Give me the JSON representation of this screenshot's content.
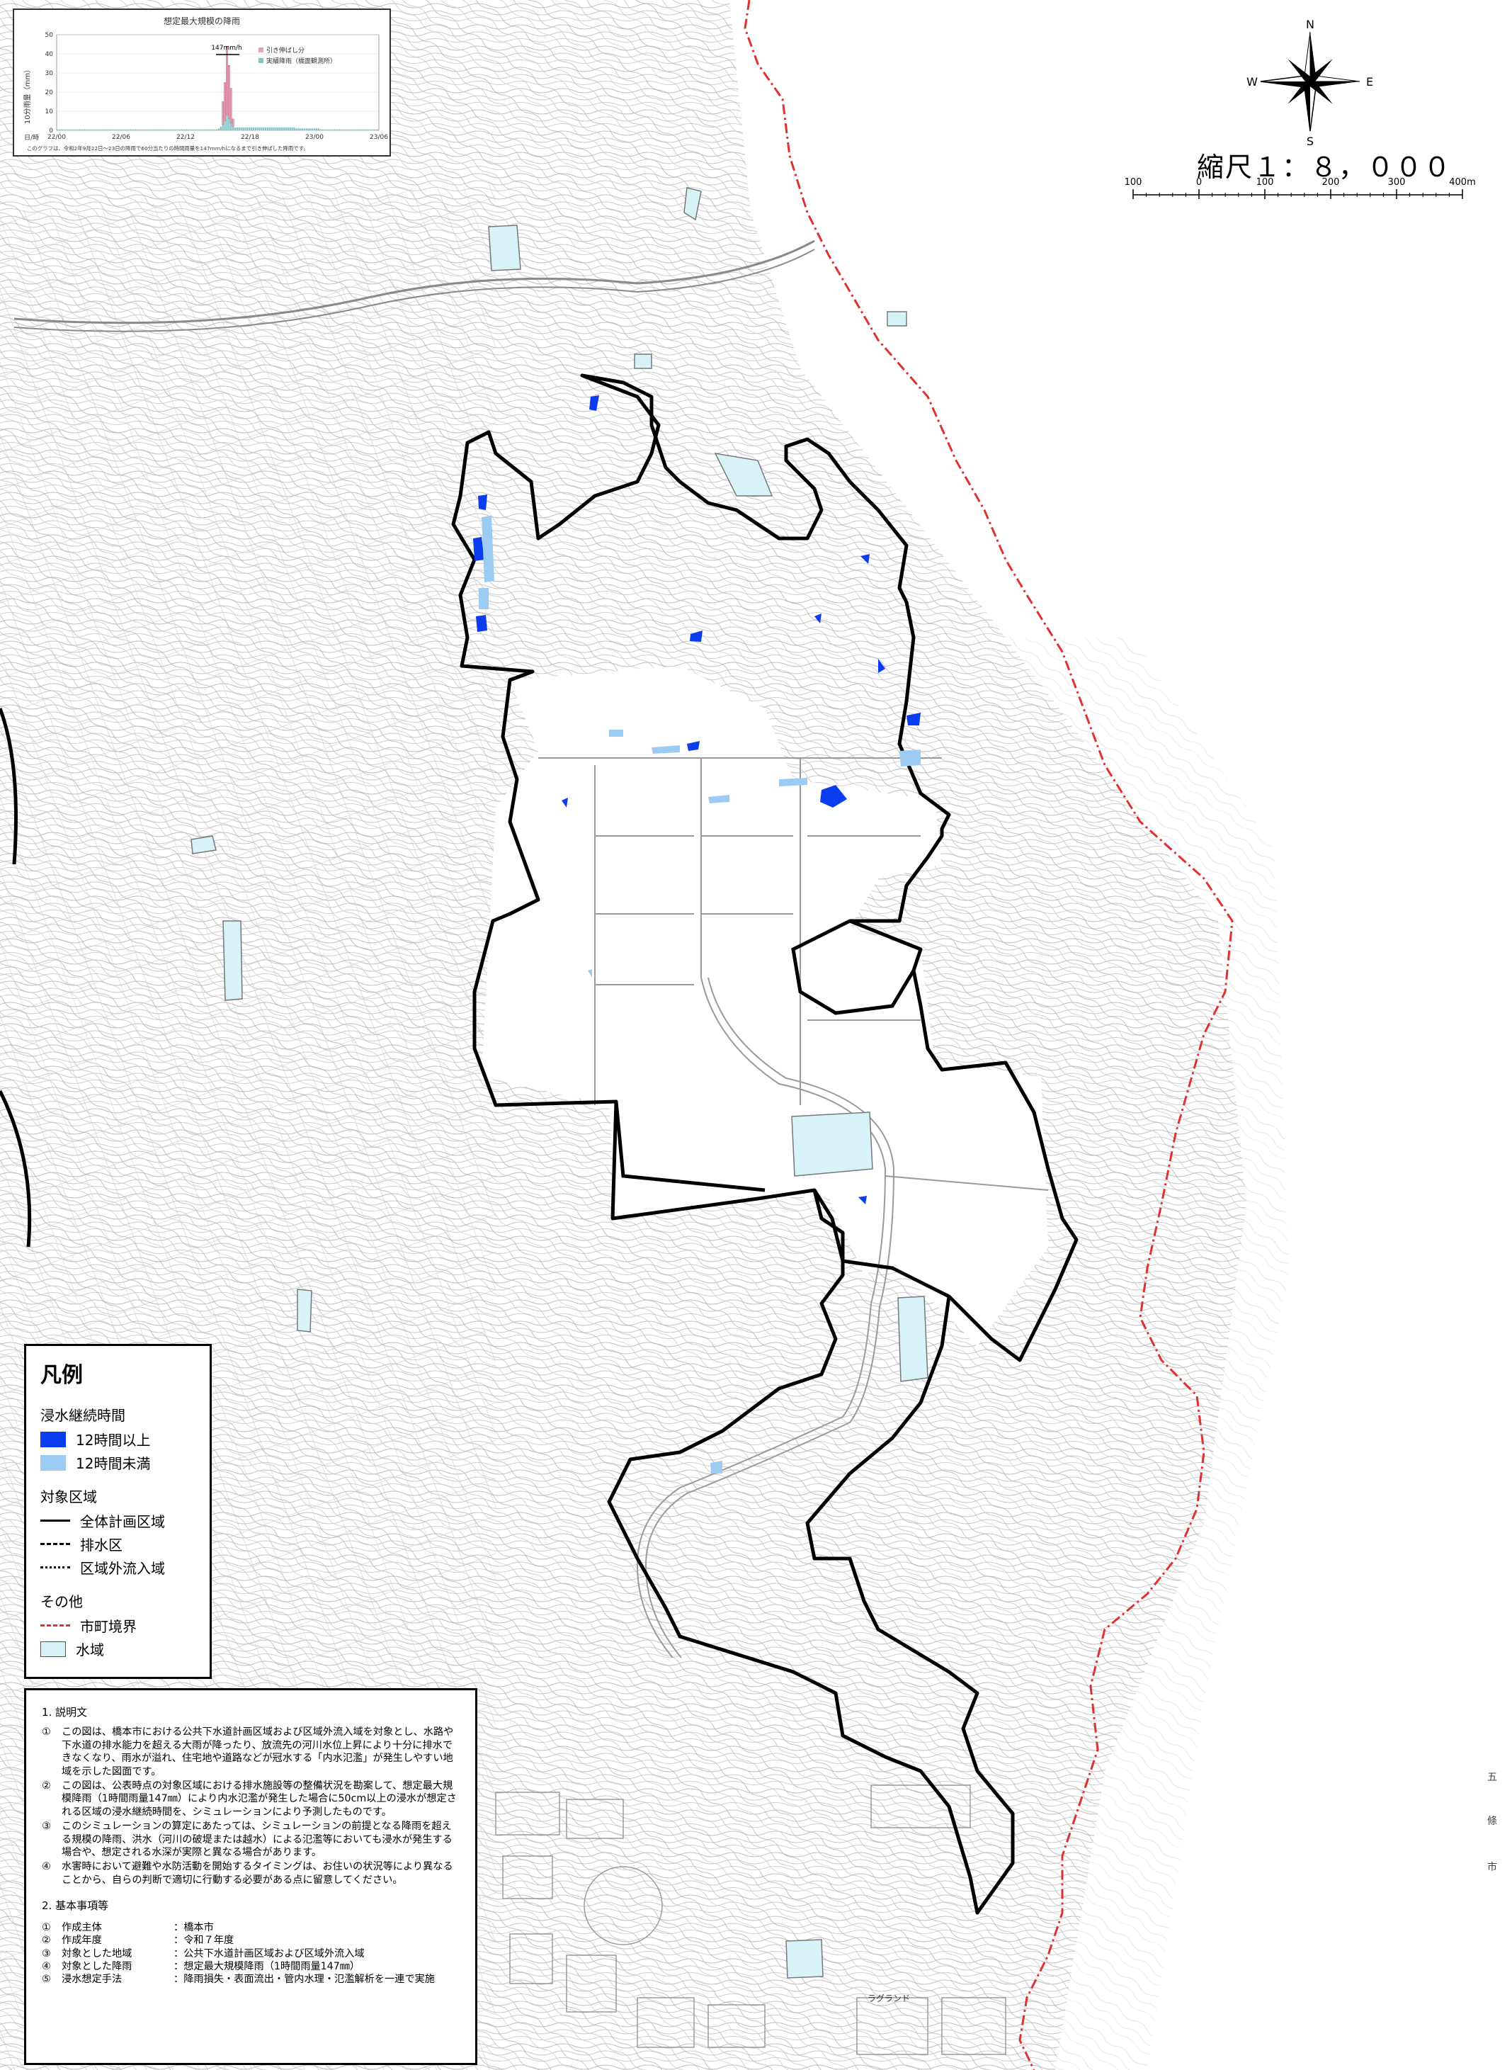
{
  "inset_chart": {
    "title": "想定最大規模の降雨",
    "ylabel": "10分雨量（mm）",
    "peak_label": "147mm/h",
    "legend": [
      "引き伸ばし分",
      "実績降雨（橋面観測所）"
    ],
    "x_ticks": [
      "22/00",
      "22/06",
      "22/12",
      "22/18",
      "23/00",
      "23/06"
    ],
    "x_prefix": "日/時",
    "footnote": "このグラフは、令和2年9月22日～23日の降雨で60分当たりの時間雨量を147mm/hになるまで引き伸ばした降雨です。",
    "chart_data": {
      "type": "bar",
      "ylim": [
        0,
        50
      ],
      "y_ticks": [
        0,
        10,
        20,
        30,
        40,
        50
      ],
      "colors": {
        "stretched": "#e8a0b4",
        "actual": "#7fc6c6"
      },
      "series": [
        {
          "name": "引き伸ばし分",
          "values": [
            0,
            0,
            0,
            0,
            0,
            0,
            0,
            0,
            0,
            0,
            0,
            0,
            0,
            0,
            0,
            0,
            0,
            0,
            0,
            0,
            0,
            0,
            0,
            0,
            0,
            0,
            0,
            0,
            0,
            0,
            0,
            0,
            0,
            0,
            0,
            0,
            0,
            0,
            0,
            0,
            0,
            0,
            0,
            0,
            0,
            0,
            0,
            0,
            0,
            0,
            0,
            0,
            0,
            0,
            0,
            0,
            0,
            0,
            0,
            0,
            0,
            0,
            0,
            0,
            0,
            0,
            0,
            0,
            0,
            0,
            0,
            0,
            0,
            0,
            0,
            0,
            0,
            0,
            0,
            0,
            0,
            12,
            20,
            36,
            28,
            18,
            4,
            0,
            0,
            0,
            0,
            0,
            0,
            0,
            0,
            0,
            0,
            0,
            0,
            0,
            0,
            0,
            0,
            0,
            0,
            0,
            0,
            0,
            0,
            0,
            0,
            0,
            0,
            0,
            0,
            0,
            0,
            0,
            0,
            0,
            0,
            0,
            0,
            0,
            0,
            0,
            0,
            0,
            0,
            0,
            0,
            0,
            0,
            0,
            0,
            0,
            0,
            0,
            0,
            0,
            0,
            0,
            0,
            0,
            0,
            0,
            0,
            0,
            0,
            0,
            0,
            0,
            0,
            0,
            0
          ]
        },
        {
          "name": "実績降雨（橋面観測所）",
          "values": [
            0.5,
            0.5,
            0.5,
            0.5,
            0.5,
            0.5,
            0.5,
            0.5,
            0.5,
            0.5,
            0.5,
            0.5,
            0.5,
            0.5,
            0.5,
            0.5,
            0.5,
            0.5,
            0.5,
            0.5,
            0.5,
            0.5,
            0.5,
            0.5,
            0.5,
            0.5,
            0.5,
            0.5,
            0.5,
            0.5,
            0.5,
            0.5,
            0.5,
            0.5,
            0.5,
            0.5,
            0.5,
            0.5,
            0.5,
            0.5,
            0.5,
            0.5,
            0.5,
            0.5,
            0.5,
            0.5,
            0.5,
            0.5,
            0.5,
            0.5,
            0.5,
            0.5,
            0.5,
            0.5,
            0.5,
            0.5,
            0.5,
            0.5,
            0.5,
            0.5,
            0.5,
            0.5,
            0.5,
            0.5,
            0.5,
            0.5,
            0.5,
            0.5,
            0.5,
            0.5,
            0.5,
            0.5,
            0.5,
            0.5,
            0.5,
            0.5,
            0.5,
            0.5,
            0.5,
            1,
            2,
            3,
            5,
            8,
            6,
            4,
            2,
            1.5,
            1.5,
            1.5,
            1.5,
            1.5,
            1.5,
            1.5,
            1.5,
            1.5,
            1.5,
            1.5,
            1.5,
            1.5,
            1.5,
            1.5,
            1.5,
            1.5,
            1.5,
            1.5,
            1.5,
            1.5,
            1.5,
            1.5,
            1.5,
            1.5,
            1.5,
            1.5,
            1.5,
            1.5,
            1.5,
            1,
            1,
            1,
            1,
            1,
            1,
            1,
            1,
            1,
            1,
            1,
            1,
            0.5,
            0.5,
            0.5,
            0.5,
            0.5,
            0.5,
            0.5,
            0.5,
            0.5,
            0.5,
            0.5,
            0.5,
            0.5,
            0.5,
            0.5,
            0.5,
            0.5,
            0.5,
            0.5,
            0.5,
            0.5,
            0.5,
            0.5,
            0.5,
            0.5,
            0.5,
            0.5,
            0.5,
            0.5
          ]
        }
      ]
    }
  },
  "compass": {
    "n": "N",
    "s": "S",
    "e": "E",
    "w": "W"
  },
  "scale": {
    "title": "縮尺１：８，０００",
    "ticks": [
      "100",
      "0",
      "100",
      "200",
      "300",
      "400m"
    ]
  },
  "legend": {
    "title": "凡例",
    "section1": "浸水継続時間",
    "item1": "12時間以上",
    "item2": "12時間未満",
    "section2": "対象区域",
    "item3": "全体計画区域",
    "item4": "排水区",
    "item5": "区域外流入域",
    "section3": "その他",
    "item6": "市町境界",
    "item7": "水域",
    "colors": {
      "long": "#0a3df0",
      "short": "#9ccbf4",
      "boundary": "#e03030",
      "water": "#d8f3f7"
    }
  },
  "explanation": {
    "h1": "1.  説明文",
    "items": [
      {
        "n": "①",
        "t": "この図は、橋本市における公共下水道計画区域および区域外流入域を対象とし、水路や下水道の排水能力を超える大雨が降ったり、放流先の河川水位上昇により十分に排水できなくなり、雨水が溢れ、住宅地や道路などが冠水する「内水氾濫」が発生しやすい地域を示した図面です。"
      },
      {
        "n": "②",
        "t": "この図は、公表時点の対象区域における排水施設等の整備状況を勘案して、想定最大規模降雨（1時間雨量147㎜）により内水氾濫が発生した場合に50cm以上の浸水が想定される区域の浸水継続時間を、シミュレーションにより予測したものです。"
      },
      {
        "n": "③",
        "t": "このシミュレーションの算定にあたっては、シミュレーションの前提となる降雨を超える規模の降雨、洪水（河川の破堤または越水）による氾濫等においても浸水が発生する場合や、想定される水深が実際と異なる場合があります。"
      },
      {
        "n": "④",
        "t": "水害時において避難や水防活動を開始するタイミングは、お住いの状況等により異なることから、自らの判断で適切に行動する必要がある点に留意してください。"
      }
    ],
    "h2": "2.  基本事項等",
    "basics": [
      {
        "n": "①",
        "k": "作成主体",
        "v": "：橋本市"
      },
      {
        "n": "②",
        "k": "作成年度",
        "v": "：令和７年度"
      },
      {
        "n": "③",
        "k": "対象とした地域",
        "v": "：公共下水道計画区域および区域外流入域"
      },
      {
        "n": "④",
        "k": "対象とした降雨",
        "v": "：想定最大規模降雨（1時間雨量147㎜）"
      },
      {
        "n": "⑤",
        "k": "浸水想定手法",
        "v": "：降雨損失・表面流出・管内水理・氾濫解析を一連で実施"
      }
    ]
  },
  "map_labels": [
    "ラグランド"
  ],
  "side_text": [
    "五",
    "條",
    "市"
  ]
}
